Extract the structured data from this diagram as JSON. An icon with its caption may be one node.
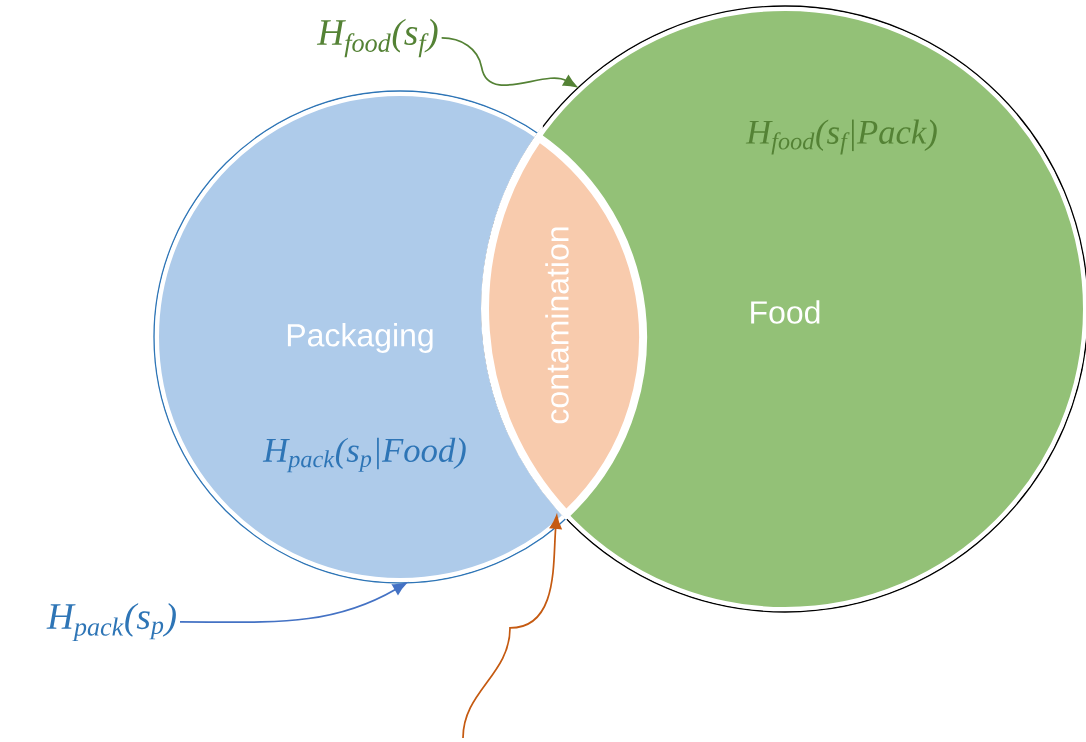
{
  "diagram": {
    "nodes": [
      {
        "text": [
          "Packaging",
          "H$_{pack}$(s$_{p}$|Food)"
        ]
      },
      {
        "text": [
          "H$_{food}$(s$_{f}$|Pack)",
          "Food"
        ]
      },
      {
        "text": [
          "contamination"
        ]
      },
      {
        "text": [
          "H$_{food}$(s$_{f}$)"
        ]
      },
      {
        "text": [
          "H$_{pack}$(s$_{p}$)"
        ]
      }
    ],
    "edges": [
      {
        "from": 3,
        "to": 1,
        "arrow": "to",
        "color": "#548235"
      },
      {
        "from": 4,
        "to": 0,
        "arrow": "to",
        "color": "#4472c4"
      },
      {
        "from": null,
        "to": 2,
        "arrow": "to",
        "color": "#c55a11"
      }
    ]
  }
}
